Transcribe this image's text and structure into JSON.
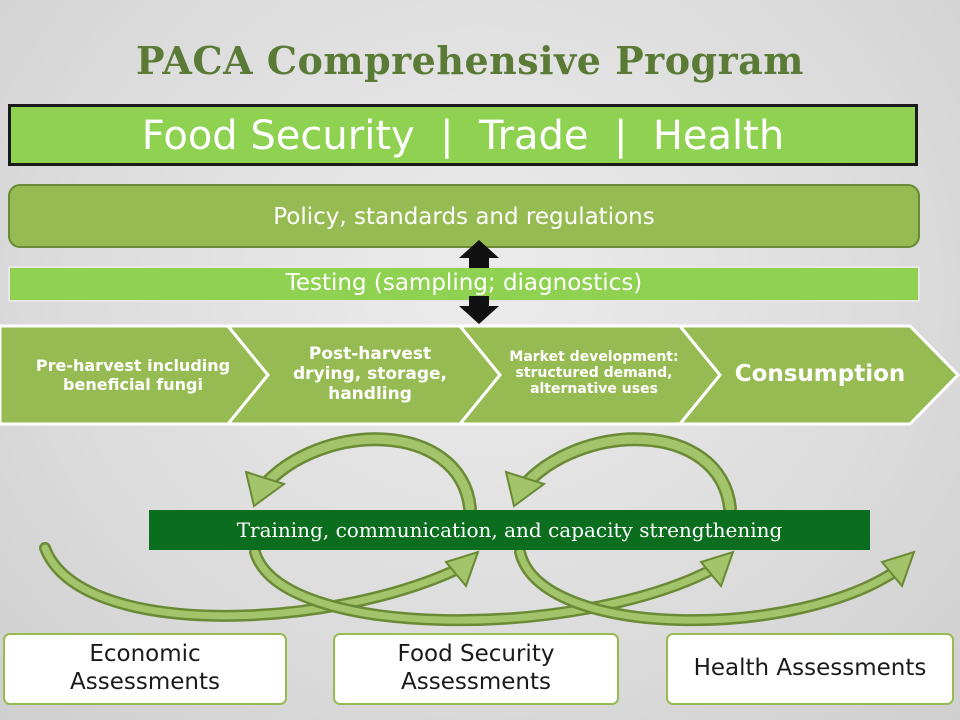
{
  "title": "PACA Comprehensive Program",
  "banner": "Food Security  |  Trade  |  Health",
  "policy": "Policy, standards and regulations",
  "testing": "Testing (sampling; diagnostics)",
  "value_chain": [
    {
      "label": "Pre-harvest including beneficial fungi"
    },
    {
      "label": "Post-harvest drying, storage, handling"
    },
    {
      "label": "Market development: structured demand, alternative uses"
    },
    {
      "label": "Consumption"
    }
  ],
  "training": "Training, communication, and capacity strengthening",
  "assessments": [
    {
      "label": "Economic Assessments"
    },
    {
      "label": "Food Security Assessments"
    },
    {
      "label": "Health Assessments"
    }
  ],
  "colors": {
    "title": "#5b7a35",
    "light_green": "#8fd150",
    "olive_green": "#97bb53",
    "dark_green": "#0b6e1f"
  }
}
